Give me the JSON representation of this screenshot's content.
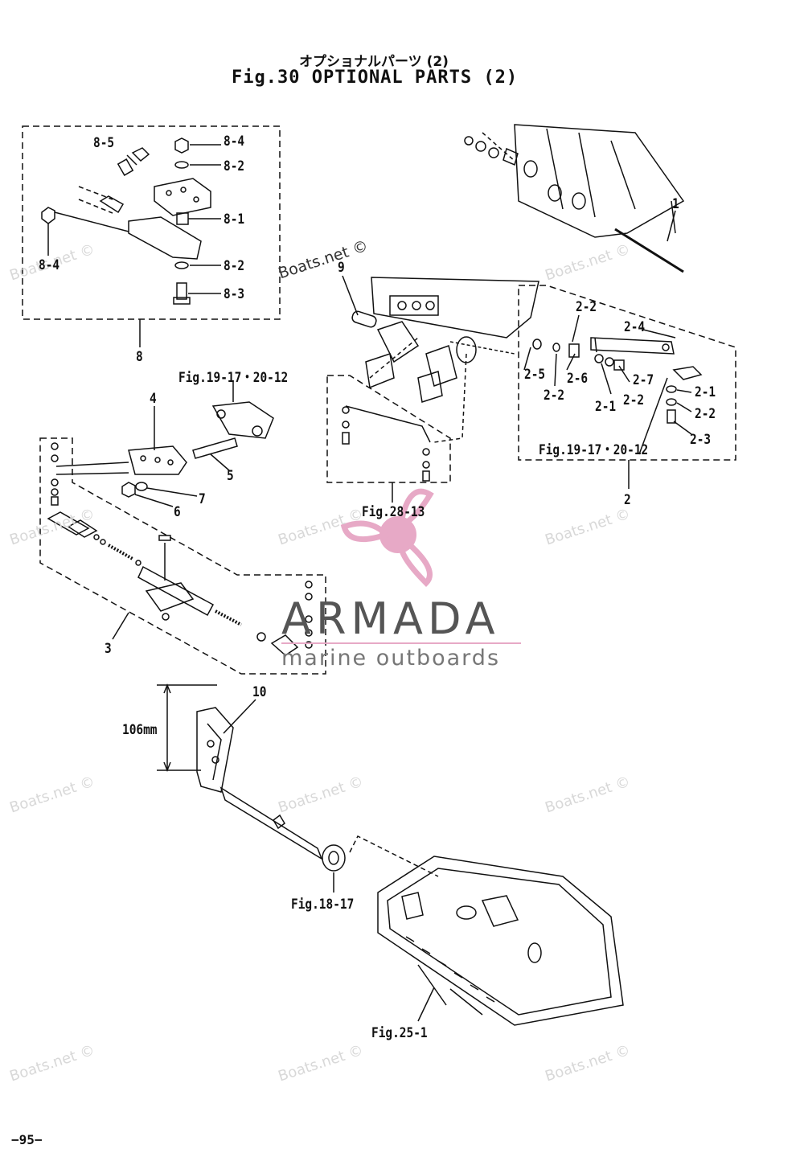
{
  "title": {
    "japanese": "オプショナルパーツ (2)",
    "english": "Fig.30  OPTIONAL  PARTS  (2)"
  },
  "part_labels": {
    "p8_5": "8-5",
    "p8_4a": "8-4",
    "p8_2a": "8-2",
    "p8_1": "8-1",
    "p8_4b": "8-4",
    "p8_2b": "8-2",
    "p8_3": "8-3",
    "p8": "8",
    "p1": "1",
    "p9": "9",
    "p2_2a": "2-2",
    "p2_4": "2-4",
    "p2_5": "2-5",
    "p2_6": "2-6",
    "p2_7": "2-7",
    "p2_2b": "2-2",
    "p2_1a": "2-1",
    "p2_2c": "2-2",
    "p2_1b": "2-1",
    "p2_2d": "2-2",
    "p2_3": "2-3",
    "p2": "2",
    "p4": "4",
    "p5": "5",
    "p7": "7",
    "p6": "6",
    "p3": "3",
    "p10": "10"
  },
  "references": {
    "ref_19_17_a": "Fig.19-17・20-12",
    "ref_19_17_b": "Fig.19-17・20-12",
    "ref_28_13": "Fig.28-13",
    "ref_18_17": "Fig.18-17",
    "ref_25_1": "Fig.25-1"
  },
  "dimension": "106mm",
  "watermark": "Boats.net ©",
  "logo": {
    "name": "ARMADA",
    "tagline": "marine outboards",
    "color": "#e7a9c6"
  },
  "page_number": "−95−"
}
